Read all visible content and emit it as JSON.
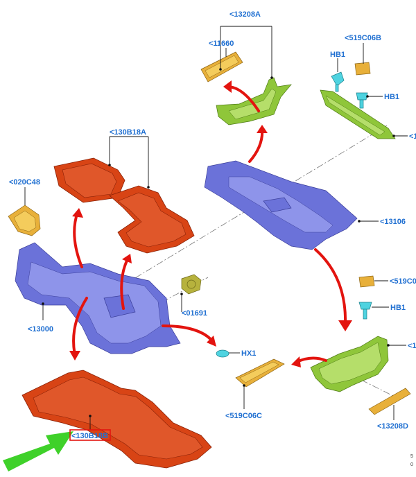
{
  "labels": {
    "l13208A_top": "<13208A",
    "l11660": "<11660",
    "l519C06B": "<519C06B",
    "lHB1_a": "HB1",
    "lHB1_b": "HB1",
    "l130B18A": "<130B18A",
    "l020C48": "<020C48",
    "l13106": "<13106",
    "l13000": "<13000",
    "l01691": "<01691",
    "l519C0_right": "<519C0",
    "lHB1_c": "HB1",
    "l13_right": "<1",
    "l13_right2": "<1",
    "lHX1": "HX1",
    "l519C06C": "<519C06C",
    "l13208D": "<13208D",
    "l130B18B": "<130B18B",
    "corner_code_1": "5",
    "corner_code_2": "0"
  },
  "colors": {
    "label_blue": "#1f6fd1",
    "arrow_red": "#e3140f",
    "pointer_green": "#3fd12a",
    "mat_orange": "#d84415",
    "carpet_blue": "#6b72d9",
    "panel_green": "#8fc63a",
    "part_yellow": "#e8b03a",
    "fastener_cyan": "#4fd3e0"
  }
}
